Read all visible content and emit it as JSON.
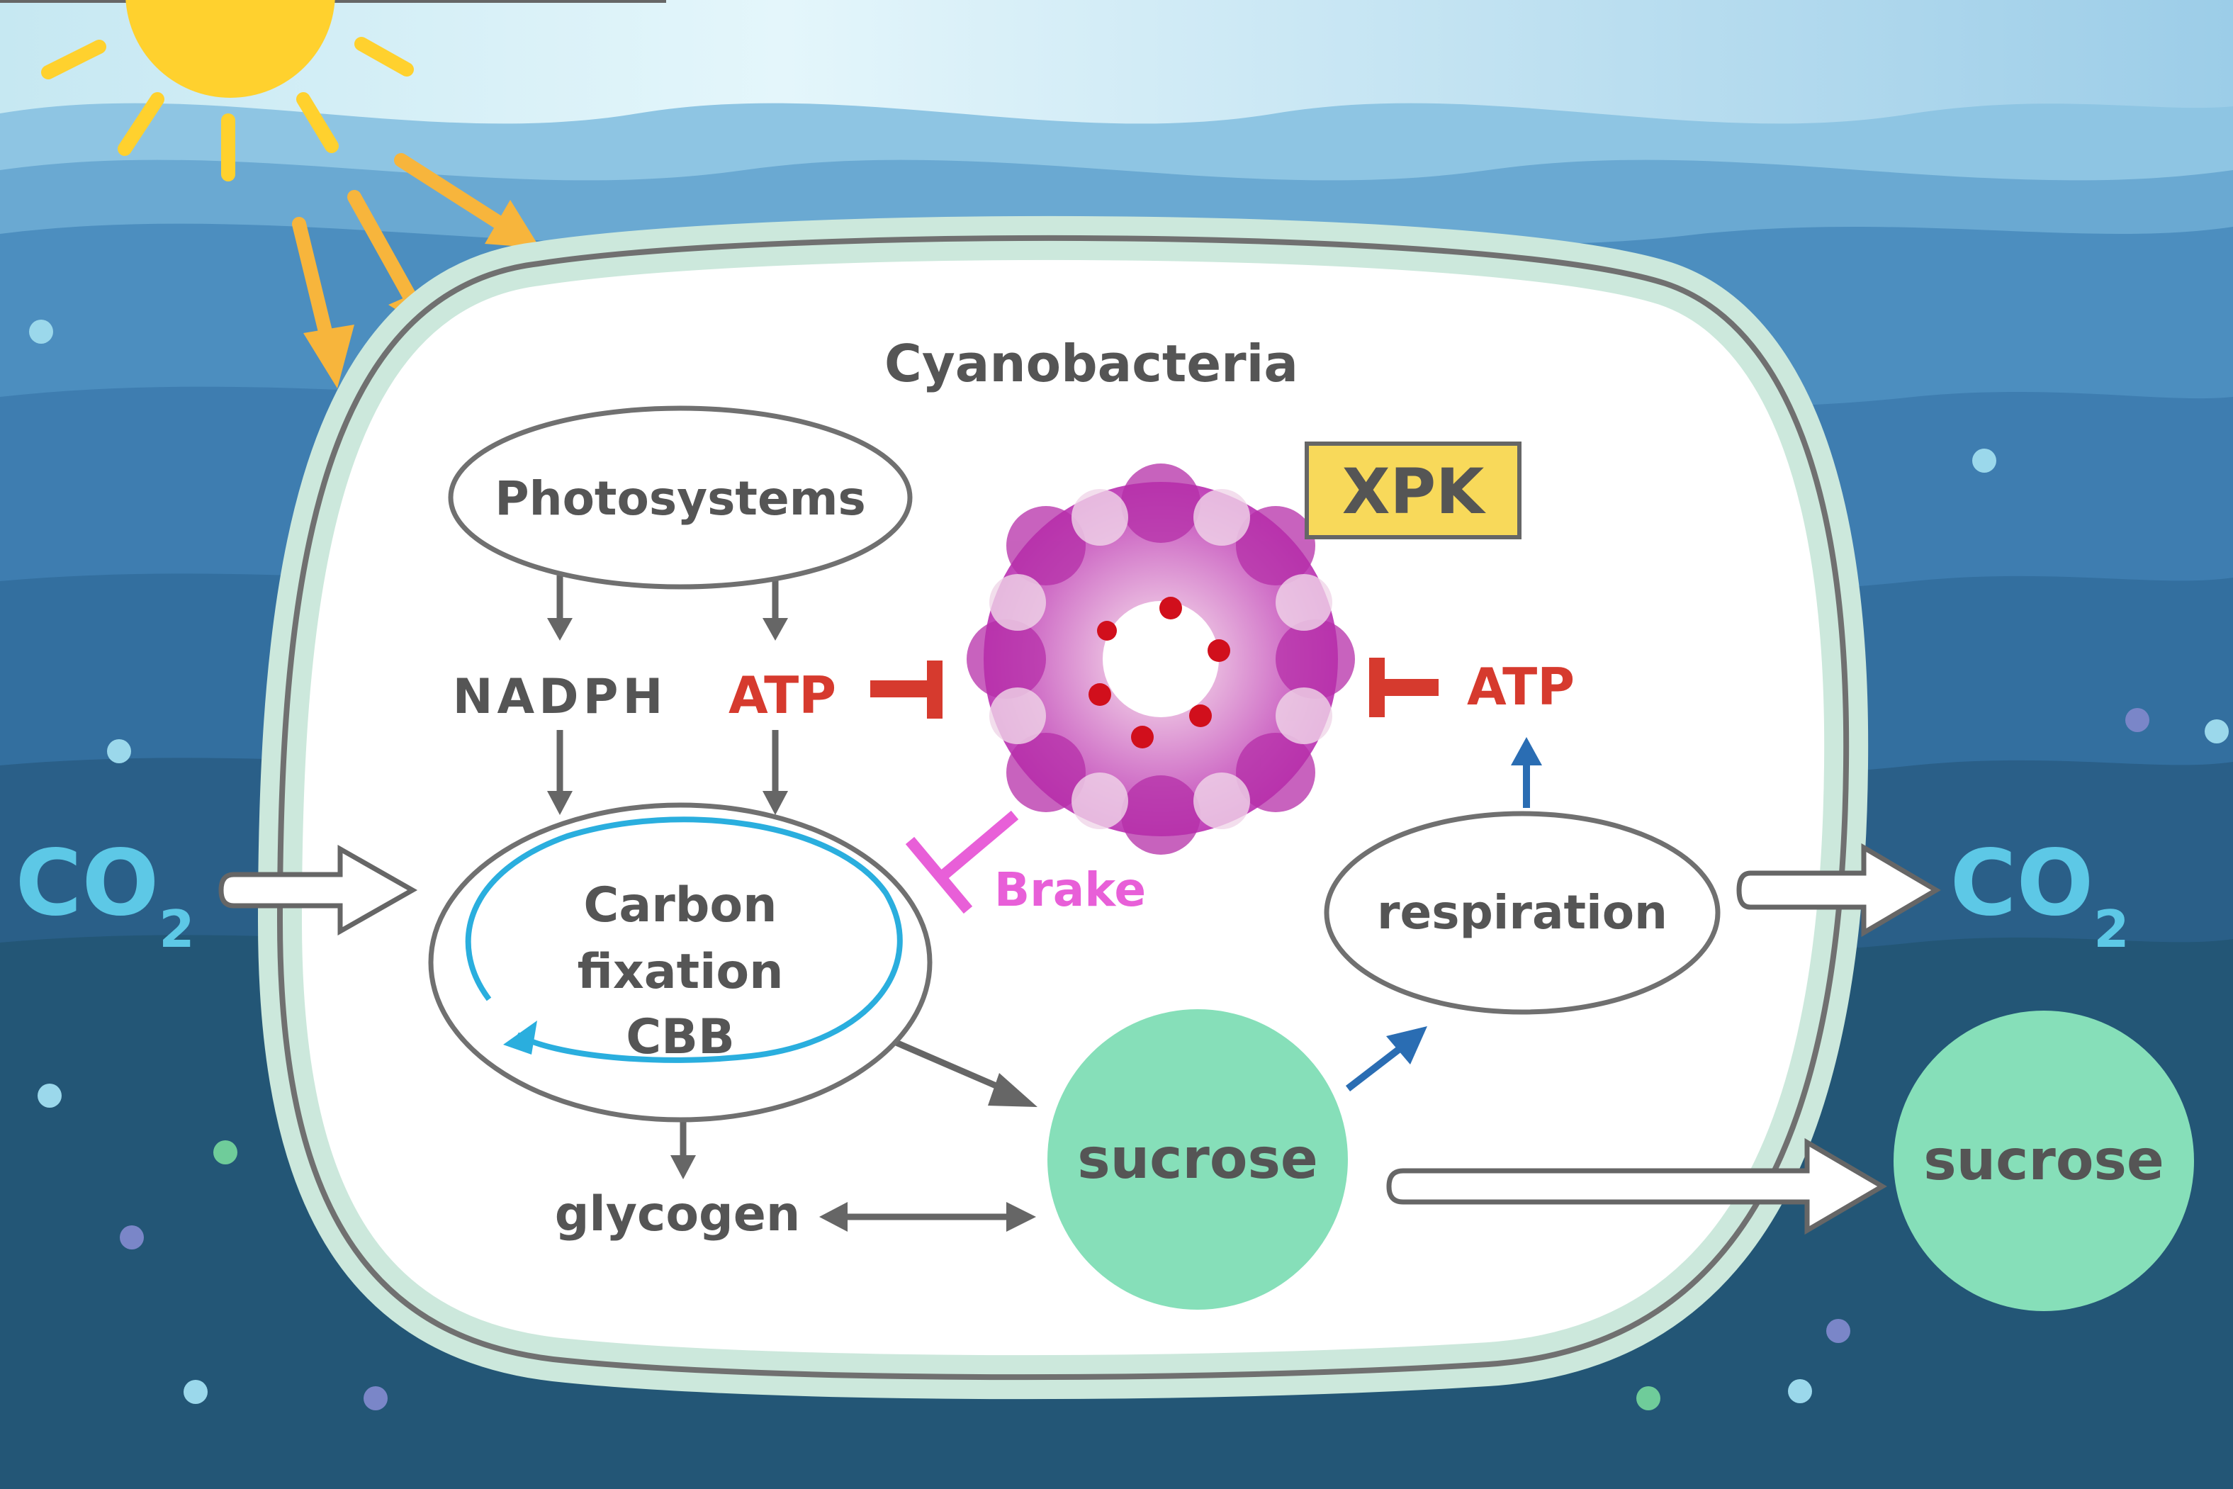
{
  "cell": {
    "label": "Cyanobacteria"
  },
  "nodes": {
    "photosystems": "Photosystems",
    "nadph": "NADPH",
    "atp_left": "ATP",
    "atp_right": "ATP",
    "xpk": "XPK",
    "brake": "Brake",
    "carbon_fixation_line1": "Carbon",
    "carbon_fixation_line2": "fixation",
    "carbon_fixation_line3": "CBB",
    "respiration": "respiration",
    "sucrose_inside": "sucrose",
    "sucrose_outside": "sucrose",
    "glycogen": "glycogen"
  },
  "co2": {
    "left": {
      "base": "CO",
      "subscript": "2"
    },
    "right": {
      "base": "CO",
      "subscript": "2"
    }
  },
  "colors": {
    "atp_red": "#d63a2e",
    "brake_magenta": "#e85fd8",
    "co2_cyan": "#5dc8e6",
    "sucrose_green": "#86dfb9",
    "xpk_yellow": "#f8d95a",
    "arrow_gray": "#666666",
    "respiration_blue": "#2a6db3",
    "cycle_blue": "#2aaede",
    "sun_yellow": "#ffd12e",
    "ray_orange": "#f7b53c",
    "membrane_green": "#cce8dc"
  }
}
